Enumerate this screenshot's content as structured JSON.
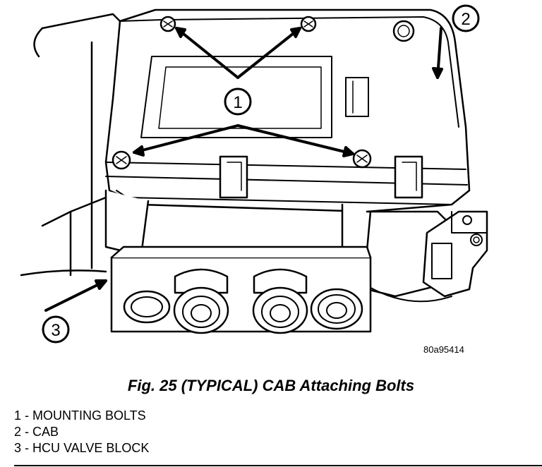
{
  "figure": {
    "callouts": [
      "1",
      "2",
      "3"
    ],
    "figure_id": "80a95414"
  },
  "caption": "Fig. 25 (TYPICAL) CAB Attaching Bolts",
  "legend": [
    "1 - MOUNTING BOLTS",
    "2 - CAB",
    "3 - HCU VALVE BLOCK"
  ]
}
